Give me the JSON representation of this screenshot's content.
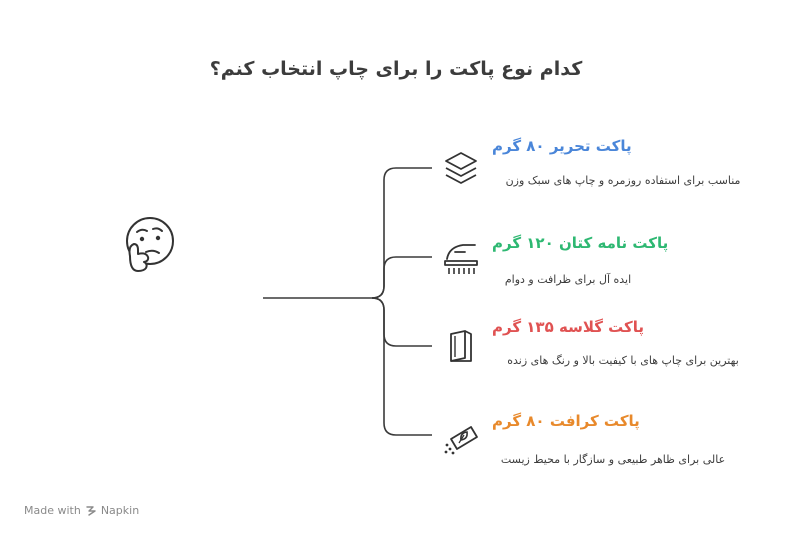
{
  "title": "کدام نوع پاکت را برای چاپ انتخاب کنم؟",
  "colors": {
    "line": "#3a3a3a",
    "item1": "#4a86d9",
    "item2": "#2eb872",
    "item3": "#e05252",
    "item4": "#e8892b"
  },
  "items": [
    {
      "title": "پاکت تحریر ۸۰ گرم",
      "desc": "مناسب برای استفاده روزمره و چاپ های سبک وزن",
      "icon": "layers-icon"
    },
    {
      "title": "پاکت نامه کتان ۱۲۰ گرم",
      "desc": "ایده آل برای ظرافت و دوام",
      "icon": "iron-icon"
    },
    {
      "title": "پاکت گلاسه ۱۳۵ گرم",
      "desc": "بهترین برای چاپ های با کیفیت بالا و رنگ های زنده",
      "icon": "book-icon"
    },
    {
      "title": "پاکت کرافت ۸۰ گرم",
      "desc": "عالی برای ظاهر طبیعی و سازگار با محیط زیست",
      "icon": "eco-paper-icon"
    }
  ],
  "central_icon": "thinking-face-icon",
  "watermark": {
    "prefix": "Made with",
    "brand": "Napkin"
  }
}
